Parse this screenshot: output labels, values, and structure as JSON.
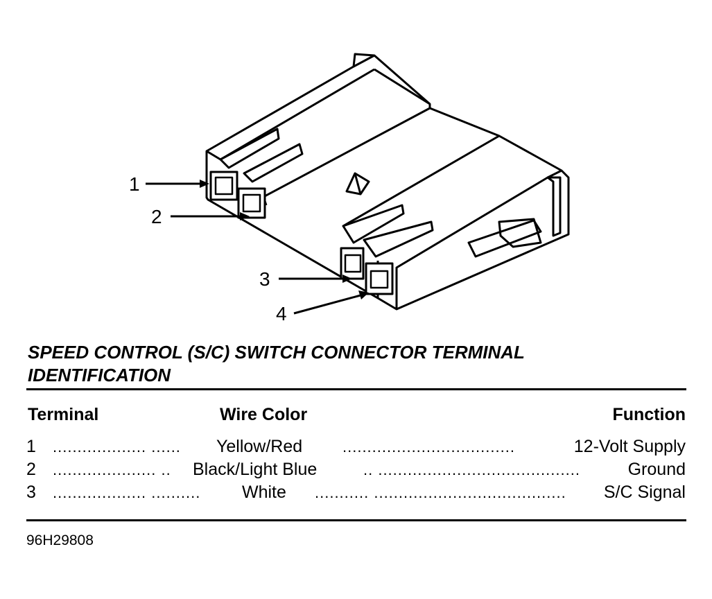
{
  "figure": {
    "callouts": [
      "1",
      "2",
      "3",
      "4"
    ]
  },
  "caption": "SPEED CONTROL (S/C) SWITCH CONNECTOR TERMINAL IDENTIFICATION",
  "table": {
    "headers": {
      "terminal": "Terminal",
      "wire_color": "Wire Color",
      "function": "Function"
    },
    "rows": [
      {
        "terminal": "1",
        "lead_dots": "................... ......",
        "wire_color": "Yellow/Red",
        "tail_dots": "...................................",
        "function": "12-Volt Supply"
      },
      {
        "terminal": "2",
        "lead_dots": "..................... ..",
        "wire_color": "Black/Light Blue",
        "tail_dots": ".. .........................................",
        "function": "Ground"
      },
      {
        "terminal": "3",
        "lead_dots": "................... ..........",
        "wire_color": "White",
        "tail_dots": "........... .......................................",
        "function": "S/C Signal"
      }
    ]
  },
  "figure_id": "96H29808"
}
